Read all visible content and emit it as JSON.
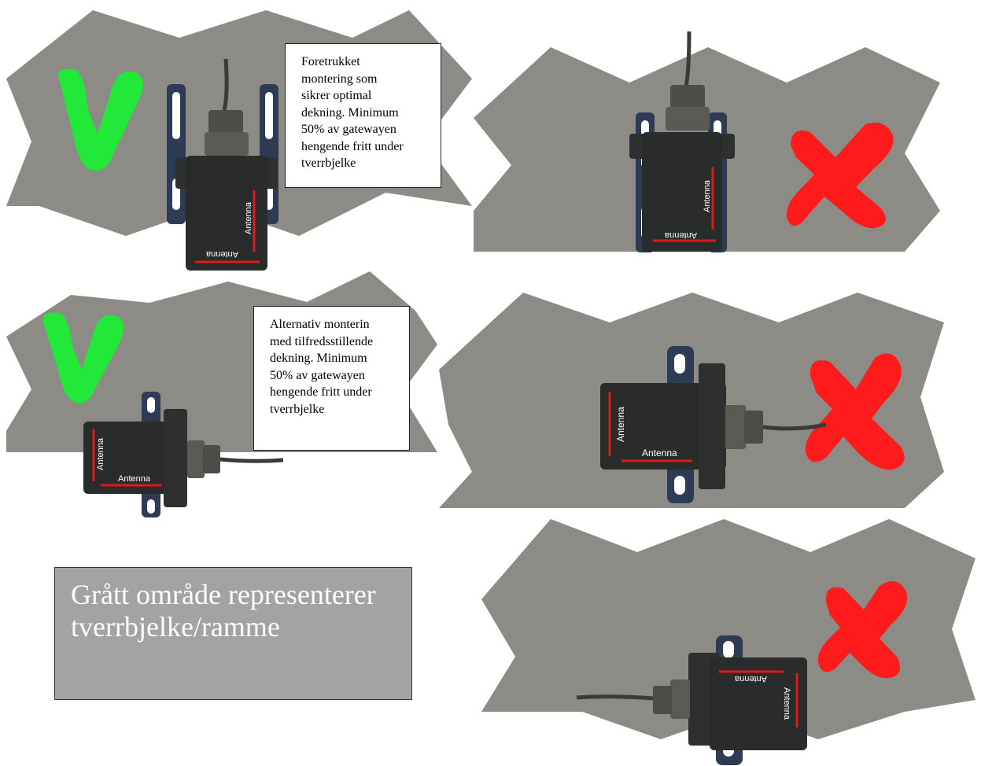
{
  "notes": {
    "preferred": "Foretrukket\nmontering som\nsikrer optimal\ndekning. Minimum\n50% av gatewayen\nhengende fritt under\ntverrbjelke",
    "alternative": "Alternativ monterin\nmed tilfredsstillende\ndekning. Minimum\n50% av gatewayen\nhengende fritt under\ntverrbjelke"
  },
  "legend": "Grått område representerer\ntverrbjelke/ramme",
  "device_label": "Antenna",
  "colors": {
    "beam": "#8c8b85",
    "check": "#22e83a",
    "cross": "#ff1b1b",
    "device_body": "#2a2c2b",
    "bracket": "#2d3b55",
    "antenna_line": "#e01a1a",
    "legend_bg": "#a3a3a3"
  },
  "panels": [
    {
      "verdict": "correct",
      "mark": "check-mark"
    },
    {
      "verdict": "incorrect",
      "mark": "cross-mark"
    },
    {
      "verdict": "correct",
      "mark": "check-mark"
    },
    {
      "verdict": "incorrect",
      "mark": "cross-mark"
    },
    {
      "verdict": "incorrect",
      "mark": "cross-mark"
    }
  ]
}
